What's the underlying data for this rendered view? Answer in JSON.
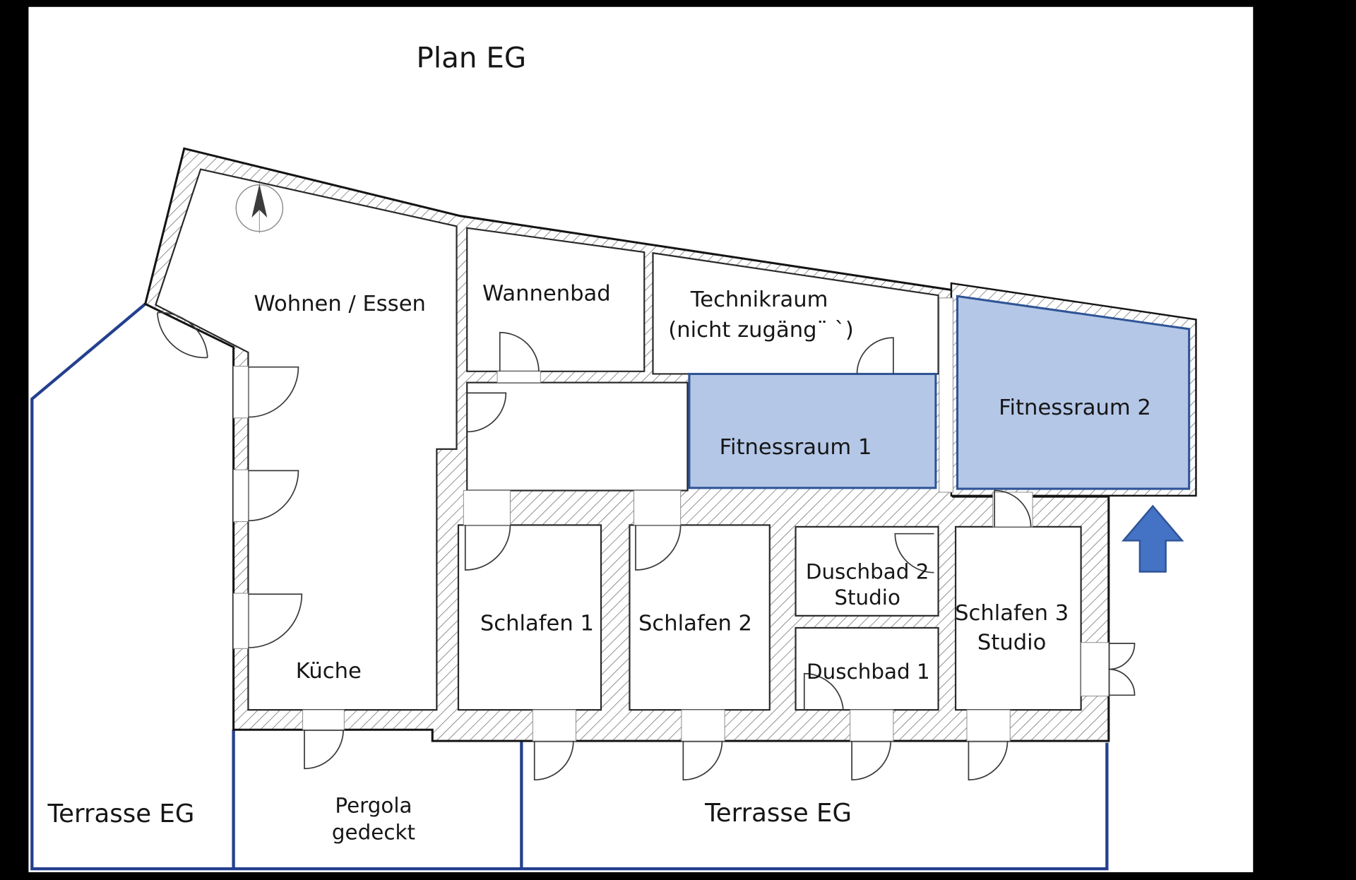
{
  "title": "Plan EG",
  "rooms": {
    "wohnen_essen": "Wohnen / Essen",
    "wannenbad": "Wannenbad",
    "technikraum_line1": "Technikraum",
    "technikraum_line2": "(nicht zugäng¨ `)",
    "fitnessraum_1": "Fitnessraum 1",
    "fitnessraum_2": "Fitnessraum 2",
    "schlafen_1": "Schlafen 1",
    "schlafen_2": "Schlafen 2",
    "duschbad_2_line1": "Duschbad 2",
    "duschbad_2_line2": "Studio",
    "duschbad_1": "Duschbad 1",
    "schlafen_3_line1": "Schlafen 3",
    "schlafen_3_line2": "Studio",
    "kueche": "Küche"
  },
  "outdoor": {
    "terrasse_left": "Terrasse EG",
    "pergola_line1": "Pergola",
    "pergola_line2": "gedeckt",
    "terrasse_right": "Terrasse EG"
  },
  "icons": {
    "compass": "north-compass",
    "entrance_arrow": "up-arrow"
  },
  "colors": {
    "fitness_fill": "#b4c7e7",
    "fitness_border": "#2f5496",
    "terrace_outline": "#24408e",
    "arrow_fill": "#4472c4"
  }
}
